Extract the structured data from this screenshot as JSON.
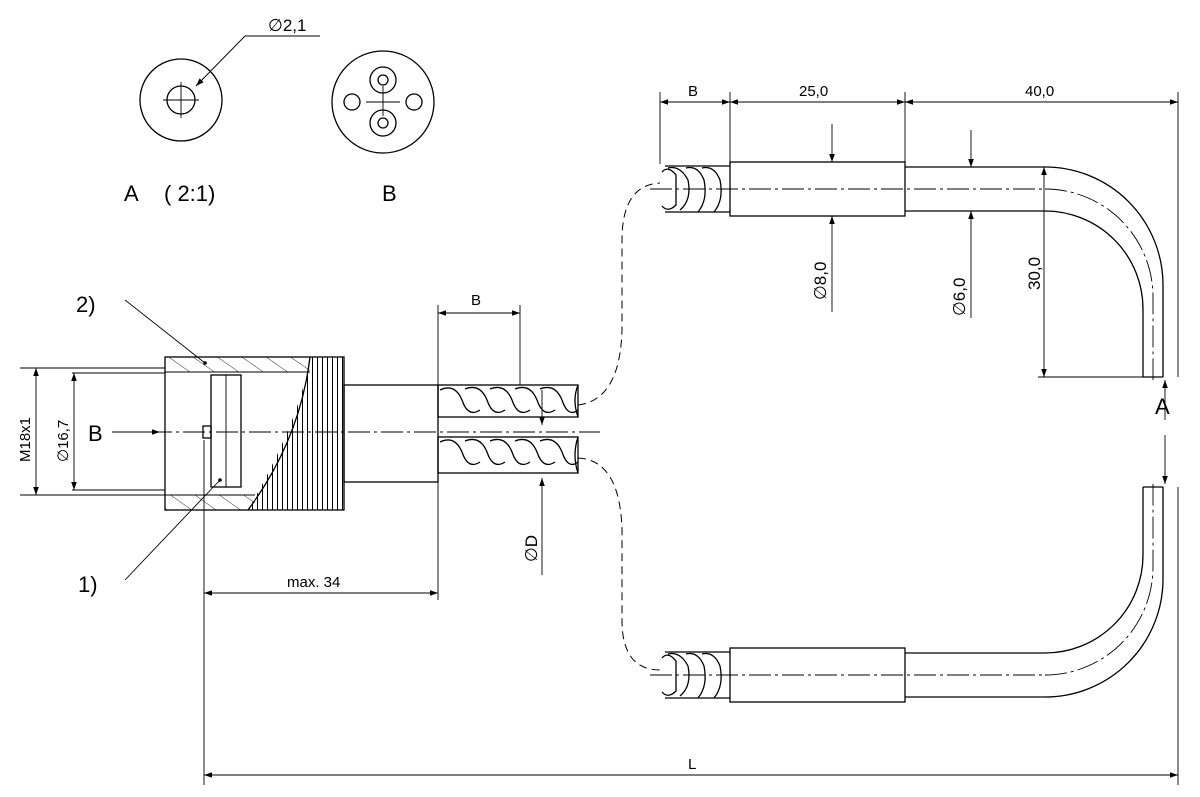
{
  "detail_a": {
    "diameter": "2,1",
    "label": "A",
    "scale": "( 2:1)"
  },
  "detail_b": {
    "label": "B"
  },
  "callouts": {
    "item1": "1)",
    "item2": "2)"
  },
  "connector": {
    "thread": "M18x1",
    "diameter": "16,7",
    "view_b": "B",
    "length_max": "max. 34"
  },
  "hose": {
    "diameter": "D",
    "b_left": "B"
  },
  "tip": {
    "b_top": "B",
    "sleeve_len": "25,0",
    "bend_len": "40,0",
    "sleeve_dia": "8,0",
    "tube_dia": "6,0",
    "bend_height": "30,0",
    "view_a": "A"
  },
  "overall": {
    "length": "L"
  },
  "diameter_symbol": "∅"
}
